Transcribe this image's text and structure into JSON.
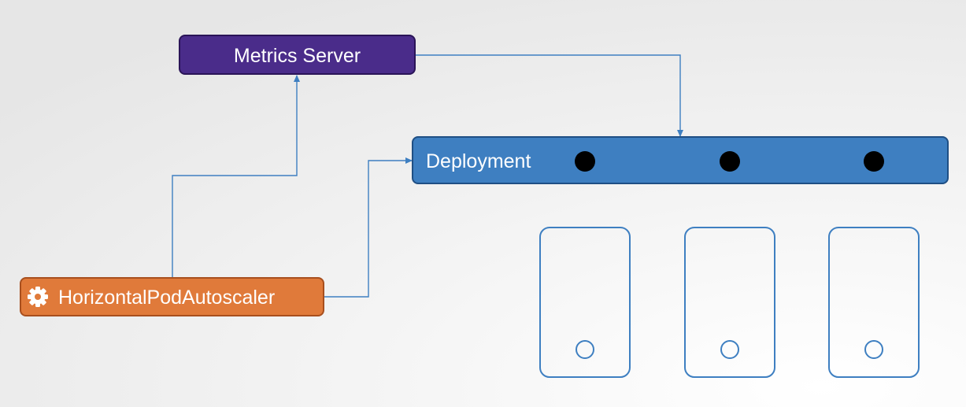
{
  "metrics_server": {
    "label": "Metrics Server",
    "color": "#4a2c8a"
  },
  "deployment": {
    "label": "Deployment",
    "color": "#3e7fc1",
    "replica_dot_count": 3
  },
  "hpa": {
    "label": "HorizontalPodAutoscaler",
    "icon": "gear-icon",
    "color": "#e07a3a"
  },
  "pods": {
    "count": 3,
    "stroke_color": "#3e7fc1"
  },
  "connector_color": "#3e7fc1",
  "background": {
    "from": "#e6e6e6",
    "to": "#ffffff"
  }
}
